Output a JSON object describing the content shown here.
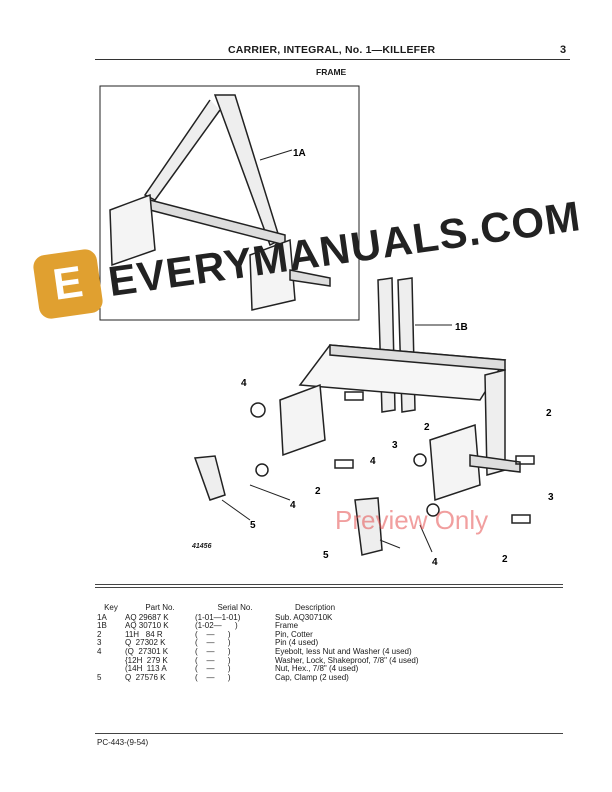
{
  "header": {
    "title": "CARRIER, INTEGRAL, No. 1—KILLEFER",
    "page_number": "3"
  },
  "section_title": "FRAME",
  "figure": {
    "figure_number": "41456",
    "callouts": [
      "1A",
      "1B",
      "2",
      "2",
      "2",
      "2",
      "3",
      "3",
      "4",
      "4",
      "4",
      "4",
      "5",
      "5"
    ]
  },
  "watermark": {
    "brand": "EVERYMANUALS.COM",
    "logo_letter": "E",
    "preview": "Preview Only",
    "brand_color": "#e0a030"
  },
  "parts_table": {
    "headers": [
      "Key",
      "Part No.",
      "Serial No.",
      "Description"
    ],
    "rows": [
      {
        "key": "1A",
        "part": "AQ 29687 K",
        "serial": "(1-01—1-01)",
        "desc": "Sub. AQ30710K"
      },
      {
        "key": "1B",
        "part": "AQ 30710 K",
        "serial": "(1-02—      )",
        "desc": "Frame"
      },
      {
        "key": "2",
        "part": "11H   84 R",
        "serial": "(    —      )",
        "desc": "Pin, Cotter"
      },
      {
        "key": "3",
        "part": "Q  27302 K",
        "serial": "(    —      )",
        "desc": "Pin (4 used)"
      },
      {
        "key": "4",
        "part": "(Q  27301 K",
        "serial": "(    —      )",
        "desc": "Eyebolt, less Nut and Washer (4 used)"
      },
      {
        "key": "",
        "part": "{12H  279 K",
        "serial": "(    —      )",
        "desc": "Washer, Lock, Shakeproof, 7/8\" (4 used)"
      },
      {
        "key": "",
        "part": "(14H  113 A",
        "serial": "(    —      )",
        "desc": "Nut, Hex., 7/8\" (4 used)"
      },
      {
        "key": "5",
        "part": "Q  27576 K",
        "serial": "(    —      )",
        "desc": "Cap, Clamp (2 used)"
      }
    ]
  },
  "footer": {
    "code": "PC-443-(9-54)"
  }
}
